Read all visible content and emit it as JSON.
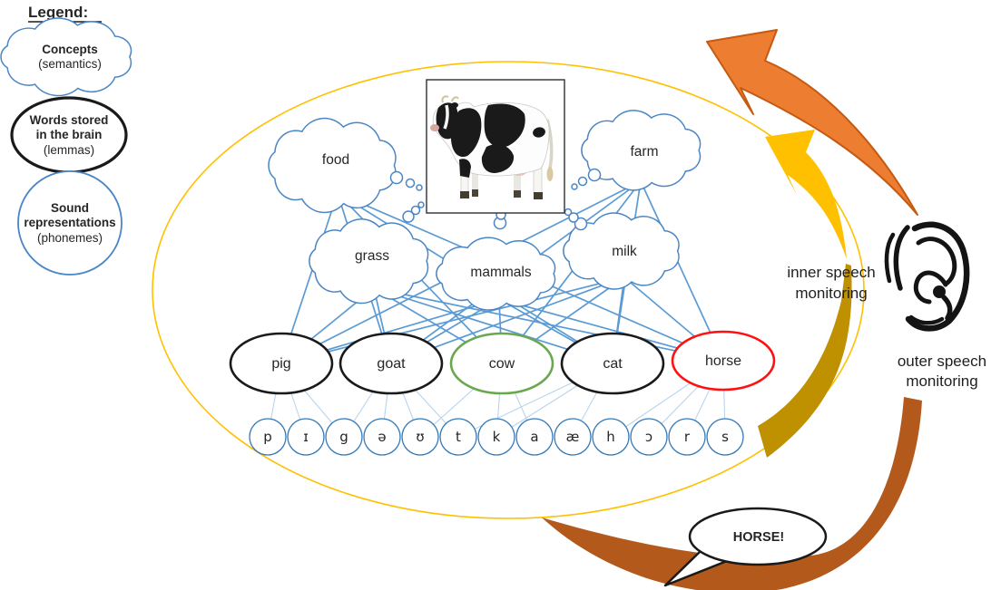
{
  "legend": {
    "title": "Legend:",
    "items": [
      {
        "shape": "cloud",
        "lines": [
          "Concepts",
          "(semantics)"
        ]
      },
      {
        "shape": "oval",
        "lines": [
          "Words stored",
          "in the brain",
          "(lemmas)"
        ]
      },
      {
        "shape": "circle",
        "lines": [
          "Sound",
          "representations",
          "(phonemes)"
        ]
      }
    ]
  },
  "concepts": [
    "food",
    "grass",
    "mammals",
    "milk",
    "farm"
  ],
  "lemmas": [
    {
      "label": "pig",
      "outline_color": "#1a1a1a"
    },
    {
      "label": "goat",
      "outline_color": "#1a1a1a"
    },
    {
      "label": "cow",
      "outline_color": "#6aa84f"
    },
    {
      "label": "cat",
      "outline_color": "#1a1a1a"
    },
    {
      "label": "horse",
      "outline_color": "#ff1111"
    }
  ],
  "phonemes": [
    "p",
    "ɪ",
    "g",
    "ə",
    "ʊ",
    "t",
    "k",
    "a",
    "æ",
    "h",
    "ɔ",
    "r",
    "s"
  ],
  "connections": {
    "concepts_to_lemmas": "each concept cloud links to every lemma oval",
    "lemmas_to_phonemes": {
      "pig": [
        "p",
        "ɪ",
        "g"
      ],
      "goat": [
        "g",
        "ə",
        "ʊ",
        "t"
      ],
      "cow": [
        "k",
        "a",
        "ʊ"
      ],
      "cat": [
        "k",
        "æ",
        "t"
      ],
      "horse": [
        "h",
        "ɔ",
        "r",
        "s"
      ]
    }
  },
  "annotations": {
    "inner": {
      "lines": [
        "inner speech",
        "monitoring"
      ]
    },
    "outer": {
      "lines": [
        "outer speech",
        "monitoring"
      ]
    }
  },
  "speech_bubble": {
    "text": "HORSE!",
    "color": "#ff3333"
  },
  "colors": {
    "network_blue": "#5B9BD5",
    "cloud_outline": "#4a86c6",
    "phoneme_outline": "#3579b8",
    "phoneme_link": "#b9d4ee",
    "system_ellipse": "#FFC000",
    "inner_arrow": "#FFC000",
    "inner_arrow_dark": "#BF9000",
    "outer_arrow": "#ED7D31",
    "outer_arrow_edge": "#C55A11",
    "speech_path_brown": "#B3591C",
    "ear_black": "#141414"
  }
}
